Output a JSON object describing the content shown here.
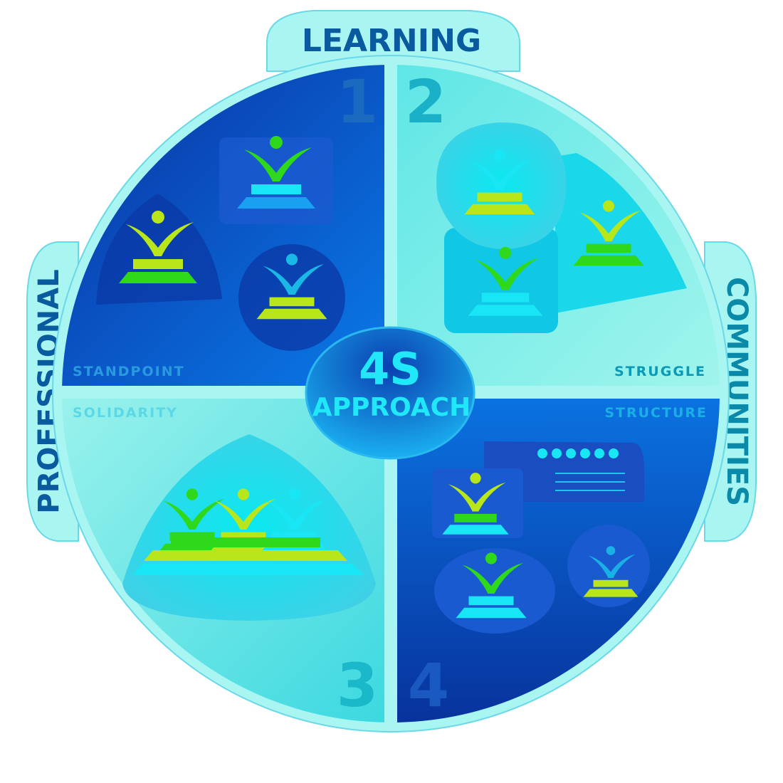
{
  "tabs": {
    "top": "LEARNING",
    "left": "PROFESSIONAL",
    "right": "COMMUNITIES"
  },
  "center": {
    "line1": "4S",
    "line2": "APPROACH"
  },
  "quadrants": [
    {
      "number": "1",
      "label": "STANDPOINT"
    },
    {
      "number": "2",
      "label": "STRUGGLE"
    },
    {
      "number": "3",
      "label": "SOLIDARITY"
    },
    {
      "number": "4",
      "label": "STRUCTURE"
    }
  ],
  "colors": {
    "dark_blue": "#0a3fb8",
    "bright_blue": "#0a78e6",
    "teal": "#88f0e6",
    "cyan": "#19e6f5",
    "lime": "#b8e61a",
    "green": "#2fd81a"
  }
}
